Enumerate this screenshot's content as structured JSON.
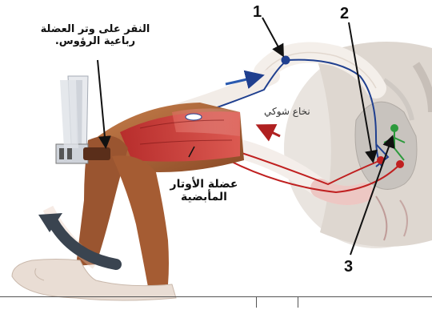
{
  "labels": {
    "tap_tendon": [
      "النقر على وتر العضلة",
      "رباعية الرؤوس."
    ],
    "flexor_muscle": [
      "عضلة الأوتار",
      "المأبضية"
    ],
    "spinal_cord": "نخاع شوكي",
    "num_1": "1",
    "num_2": "2",
    "num_3": "3"
  },
  "colors": {
    "skin": "#b86a3c",
    "muscle": "#c9373a",
    "cord_gray": "#c8c3be",
    "nerve_blue": "#1f3f8f",
    "nerve_red": "#c02020",
    "neuron_green": "#2c9a3c",
    "arrow_dark": "#3a4450"
  }
}
